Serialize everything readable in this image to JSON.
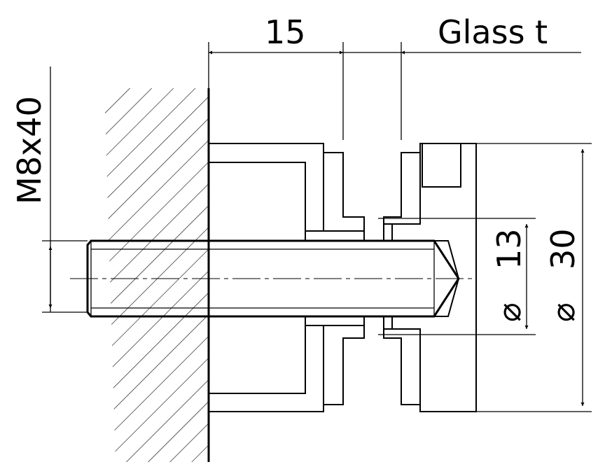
{
  "dimensions": {
    "offset_label": "15",
    "glass_label": "Glass t",
    "bolt_label": "M8x40",
    "inner_diameter_label": "13",
    "outer_diameter_label": "30",
    "diameter_symbol": "⌀"
  }
}
